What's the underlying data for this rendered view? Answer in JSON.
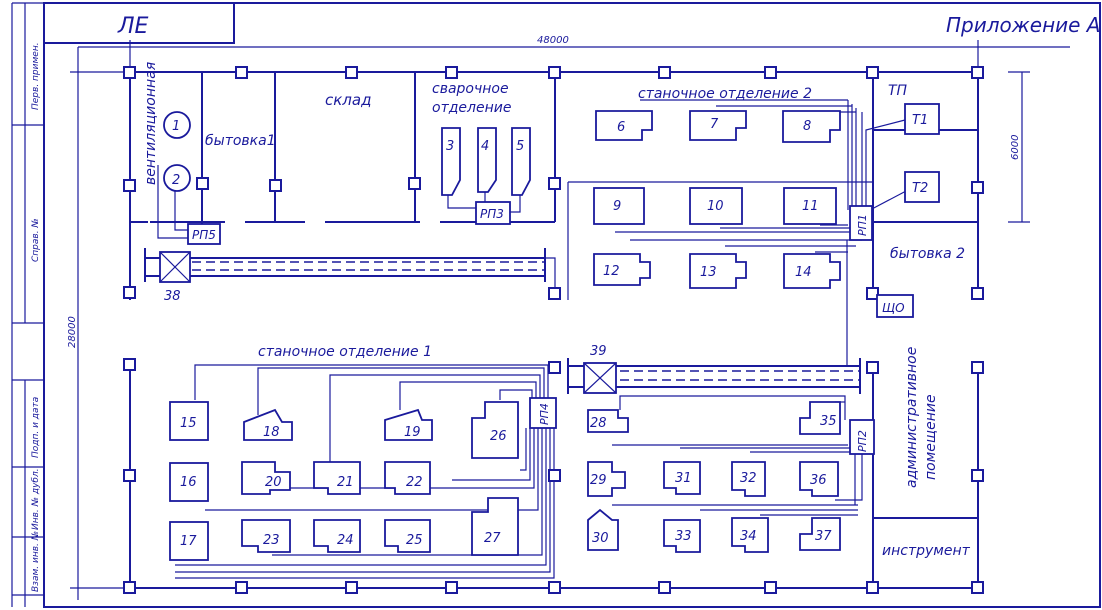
{
  "sheet": {
    "title_stamp": "ЛЕ",
    "appendix": "Приложение А",
    "side_labels": [
      "Перв. примен.",
      "Справ. №",
      "Подп. и дата",
      "Инв. № дубл.",
      "Взам. инв. №"
    ]
  },
  "dimensions": {
    "length": "48000",
    "width": "28000",
    "bay": "6000"
  },
  "rooms": {
    "ventilation": "вентиляционная",
    "household1": "бытовка1",
    "warehouse": "склад",
    "welding": "сварочное отделение",
    "machining2": "станочное отделение 2",
    "substation": "ТП",
    "household2": "бытовка 2",
    "machining1": "станочное отделение 1",
    "admin": "административное помещение",
    "tools": "инструмент"
  },
  "panels": {
    "rp1": "РП1",
    "rp2": "РП2",
    "rp3": "РП3",
    "rp4": "РП4",
    "rp5": "РП5",
    "shchO": "ЩО",
    "t1": "Т1",
    "t2": "Т2"
  },
  "equipment": [
    "1",
    "2",
    "3",
    "4",
    "5",
    "6",
    "7",
    "8",
    "9",
    "10",
    "11",
    "12",
    "13",
    "14",
    "15",
    "16",
    "17",
    "18",
    "19",
    "20",
    "21",
    "22",
    "23",
    "24",
    "25",
    "26",
    "27",
    "28",
    "29",
    "30",
    "31",
    "32",
    "33",
    "34",
    "35",
    "36",
    "37",
    "38",
    "39"
  ],
  "colors": {
    "ink": "#1a1a9c",
    "background": "#ffffff"
  }
}
